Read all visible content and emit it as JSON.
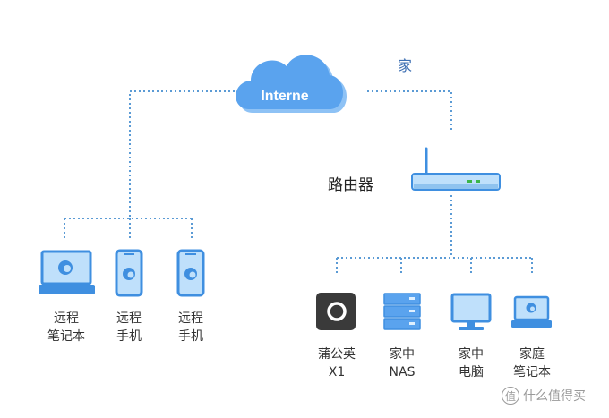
{
  "colors": {
    "line": "#5b9bd5",
    "device_blue": "#3f8fe0",
    "device_light": "#bfe0fb",
    "cloud": "#5aa3ee",
    "dark_device": "#3a3a3a"
  },
  "cloud": {
    "label": "Interne",
    "icon": "cloud-icon"
  },
  "home": {
    "label": "家"
  },
  "router": {
    "label": "路由器",
    "icon": "router-icon"
  },
  "remote_devices": [
    {
      "icon": "laptop-icon",
      "line1": "远程",
      "line2": "笔记本"
    },
    {
      "icon": "phone-icon",
      "line1": "远程",
      "line2": "手机"
    },
    {
      "icon": "phone-icon",
      "line1": "远程",
      "line2": "手机"
    }
  ],
  "home_devices": [
    {
      "icon": "x1-box-icon",
      "line1": "蒲公英",
      "line2": "X1"
    },
    {
      "icon": "nas-icon",
      "line1": "家中",
      "line2": "NAS"
    },
    {
      "icon": "monitor-icon",
      "line1": "家中",
      "line2": "电脑"
    },
    {
      "icon": "laptop-icon",
      "line1": "家庭",
      "line2": "笔记本"
    }
  ],
  "watermark": {
    "badge": "值",
    "text": "什么值得买"
  }
}
